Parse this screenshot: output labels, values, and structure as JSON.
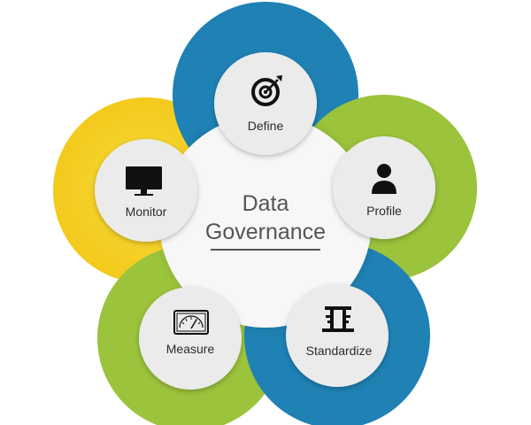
{
  "center": {
    "line1": "Data",
    "line2": "Governance"
  },
  "nodes": [
    {
      "id": "define",
      "label": "Define",
      "icon": "target-icon",
      "ring_color": "#1f81b4"
    },
    {
      "id": "profile",
      "label": "Profile",
      "icon": "person-icon",
      "ring_color": "#9bc33b"
    },
    {
      "id": "standardize",
      "label": "Standardize",
      "icon": "standardize-icon",
      "ring_color": "#1f81b4"
    },
    {
      "id": "measure",
      "label": "Measure",
      "icon": "gauge-meter-icon",
      "ring_color": "#9bc33b"
    },
    {
      "id": "monitor",
      "label": "Monitor",
      "icon": "monitor-icon",
      "ring_color": "#f2cf1e"
    }
  ],
  "colors": {
    "blue": "#1f81b4",
    "green": "#9bc33b",
    "yellow": "#f2cf1e",
    "node_fill": "#ebebeb",
    "center_fill": "#f7f7f7",
    "underline": "#555555"
  }
}
